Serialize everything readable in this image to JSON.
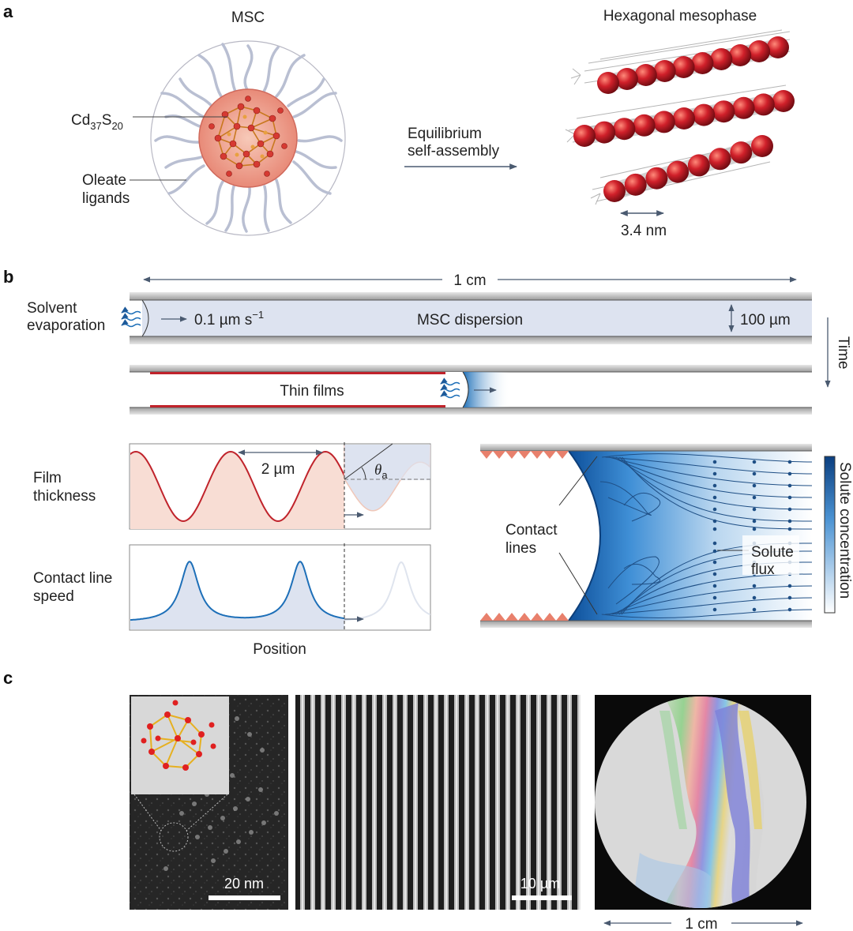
{
  "panel_a": {
    "letter": "a",
    "msc_title": "MSC",
    "meso_title": "Hexagonal mesophase",
    "core_label_base1": "Cd",
    "core_label_sub1": "37",
    "core_label_base2": "S",
    "core_label_sub2": "20",
    "ligand_label_line1": "Oleate",
    "ligand_label_line2": "ligands",
    "arrow_label_line1": "Equilibrium",
    "arrow_label_line2": "self-assembly",
    "spacing_label": "3.4 nm"
  },
  "panel_b": {
    "letter": "b",
    "length_label": "1 cm",
    "evap_line1": "Solvent",
    "evap_line2": "evaporation",
    "speed_label": "0.1 µm s",
    "speed_sup": "−1",
    "dispersion_label": "MSC dispersion",
    "height_label": "100 µm",
    "time_label": "Time",
    "thin_films_label": "Thin films",
    "film_thickness_line1": "Film",
    "film_thickness_line2": "thickness",
    "period_label": "2 µm",
    "theta_label": "θ",
    "theta_sub": "a",
    "cl_speed_line1": "Contact line",
    "cl_speed_line2": "speed",
    "position_label": "Position",
    "contact_lines_line1": "Contact",
    "contact_lines_line2": "lines",
    "solute_flux_line1": "Solute",
    "solute_flux_line2": "flux",
    "colorbar_label": "Solute concentration"
  },
  "panel_c": {
    "letter": "c",
    "scale1": "20 nm",
    "scale2": "10 µm",
    "scale3": "1 cm"
  },
  "colors": {
    "accent_red": "#c0232b",
    "accent_blue": "#1d6fb8",
    "arrow_gray": "#4a5a70",
    "film_fill": "#f8ddd4",
    "dispersion_fill": "#dde3f0"
  }
}
